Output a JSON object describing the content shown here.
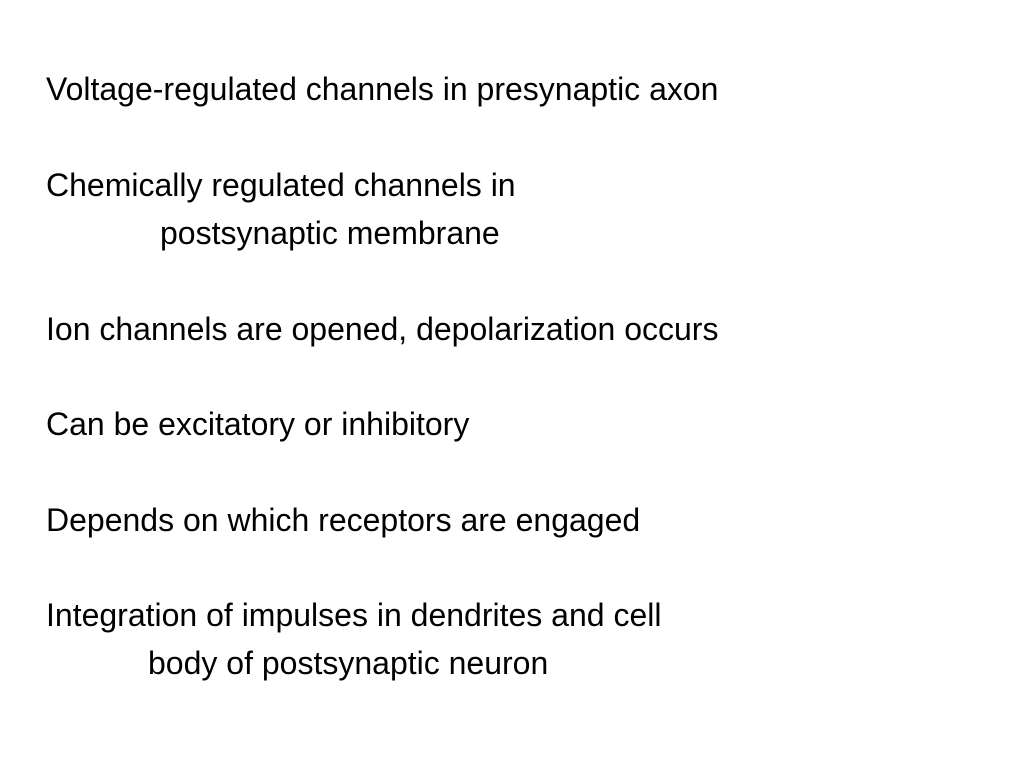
{
  "slide": {
    "lines": [
      "Voltage-regulated channels in presynaptic axon",
      "Chemically regulated channels in",
      "postsynaptic membrane",
      "Ion channels are opened, depolarization occurs",
      "Can be excitatory or inhibitory",
      "Depends on which receptors are engaged",
      "Integration of impulses in dendrites and cell",
      "body of postsynaptic neuron"
    ]
  }
}
